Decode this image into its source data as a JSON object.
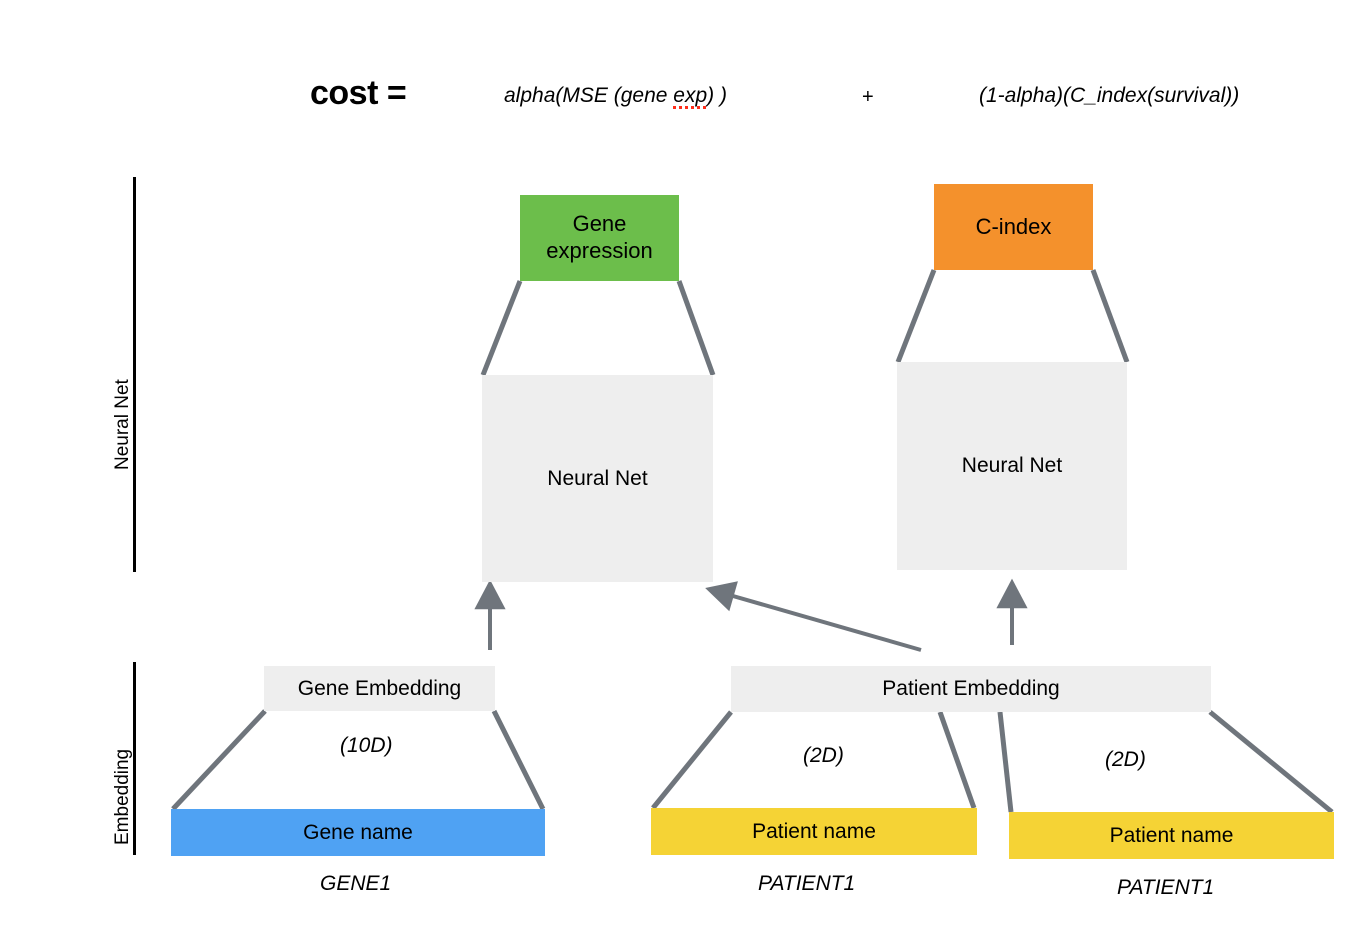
{
  "figure": {
    "title_equation": {
      "lhs": "cost =",
      "term_1": "alpha(MSE (gene ",
      "term_1_misspelled": "exp",
      "term_1_tail": ") )",
      "operator": "+",
      "term_2": "(1-alpha)(C_index(survival))"
    },
    "sections": [
      {
        "id": "neural-net",
        "label": "Neural Net"
      },
      {
        "id": "embedding",
        "label": "Embedding"
      }
    ],
    "outputs": [
      {
        "id": "gene-expression",
        "label": "Gene expression",
        "color": "#6cbe4b"
      },
      {
        "id": "c-index",
        "label": "C-index",
        "color": "#f4912c"
      }
    ],
    "networks": [
      {
        "id": "neural-net-left",
        "label": "Neural Net",
        "color": "#eeeeee"
      },
      {
        "id": "neural-net-right",
        "label": "Neural Net",
        "color": "#eeeeee"
      }
    ],
    "embeddings": [
      {
        "id": "gene-embedding",
        "label": "Gene Embedding",
        "color": "#eeeeee",
        "dim": "(10D)"
      },
      {
        "id": "patient-embedding",
        "label": "Patient Embedding",
        "color": "#eeeeee",
        "dim_left": "(2D)",
        "dim_right": "(2D)"
      }
    ],
    "inputs": [
      {
        "id": "gene-name",
        "label": "Gene name",
        "color": "#4fa2f3",
        "instance": "GENE1"
      },
      {
        "id": "patient-name-1",
        "label": "Patient name",
        "color": "#f5d335",
        "instance": "PATIENT1"
      },
      {
        "id": "patient-name-2",
        "label": "Patient name",
        "color": "#f5d335",
        "instance": "PATIENT1"
      }
    ],
    "connector_color": "#6f757c",
    "spellcheck_underline_color": "#ff2d1a"
  }
}
